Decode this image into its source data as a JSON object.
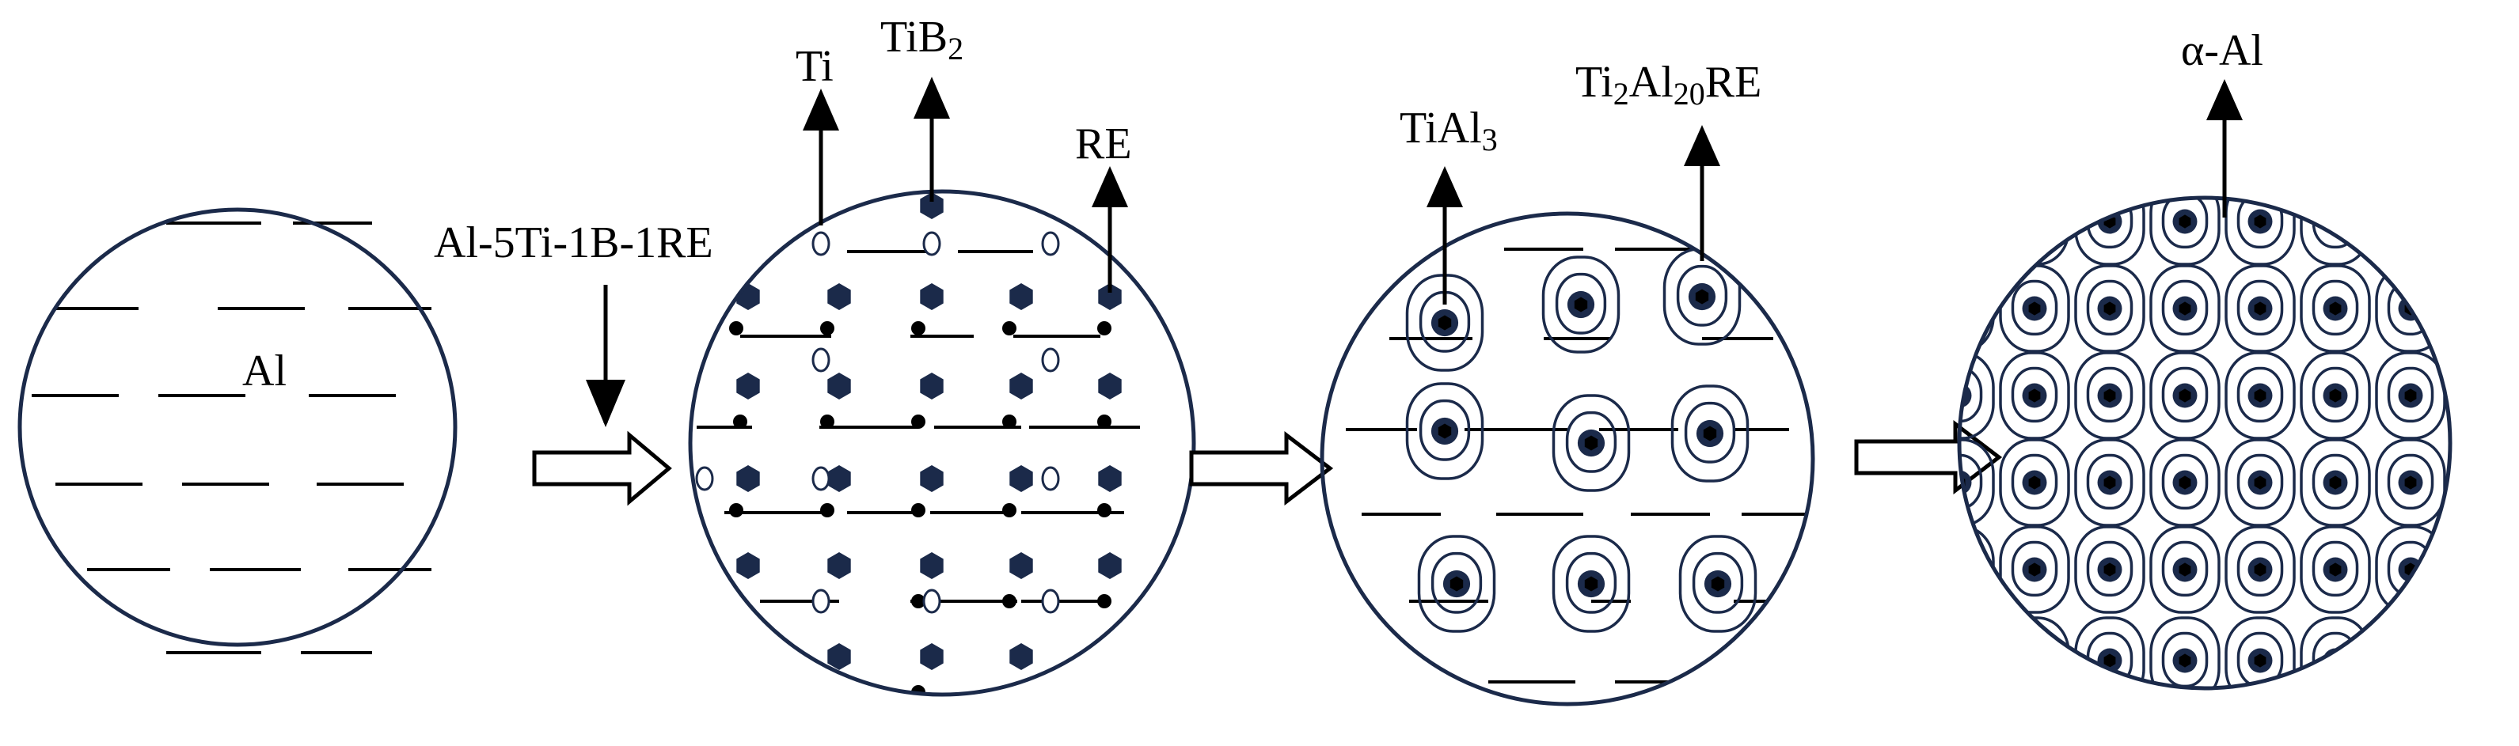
{
  "labels": {
    "al": "Al",
    "refiner": "Al-5Ti-1B-1RE",
    "ti": "Ti",
    "tib2_base": "TiB",
    "tib2_sub": "2",
    "re": "RE",
    "tial3_base": "TiAl",
    "tial3_sub": "3",
    "ti2al20re_part1": "Ti",
    "ti2al20re_sub1": "2",
    "ti2al20re_part2": "Al",
    "ti2al20re_sub2": "20",
    "ti2al20re_part3": "RE",
    "alpha_al": "α-Al"
  },
  "colors": {
    "circle_stroke": "#1b2a4a",
    "particle_fill": "#1b2a4a",
    "nucleus_core": "#000000",
    "line": "#000000",
    "background": "#ffffff"
  },
  "icons": {
    "tib2_particle": "hexagon",
    "ti_atom": "filled-dot",
    "re_atom": "open-oval",
    "grain": "nested-rounded-contours",
    "process_step": "hollow-right-arrow"
  }
}
